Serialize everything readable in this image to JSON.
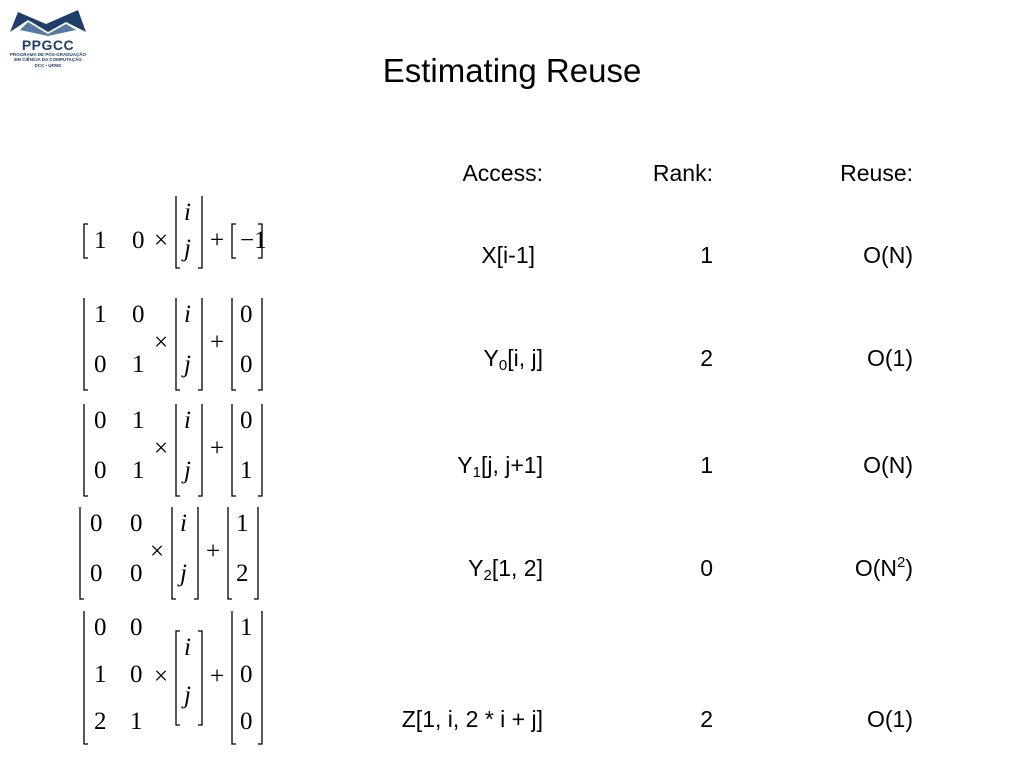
{
  "logo": {
    "acronym": "PPGCC",
    "line1": "PROGRAMA DE PÓS-GRADUAÇÃO",
    "line2": "EM CIÊNCIA DA COMPUTAÇÃO",
    "line3": "DCC • UFMG"
  },
  "title": "Estimating Reuse",
  "headers": {
    "access": "Access:",
    "rank": "Rank:",
    "reuse": "Reuse:"
  },
  "rows": [
    {
      "access": "X[i-1]",
      "access_sub": "",
      "access_rest": "",
      "rank": "1",
      "reuse": "O(N)",
      "reuse_sup": "",
      "reuse_end": ""
    },
    {
      "access": "Y",
      "access_sub": "0",
      "access_rest": "[i, j]",
      "rank": "2",
      "reuse": "O(1)",
      "reuse_sup": "",
      "reuse_end": ""
    },
    {
      "access": "Y",
      "access_sub": "1",
      "access_rest": "[j, j+1]",
      "rank": "1",
      "reuse": "O(N)",
      "reuse_sup": "",
      "reuse_end": ""
    },
    {
      "access": "Y",
      "access_sub": "2",
      "access_rest": "[1, 2]",
      "rank": "0",
      "reuse": "O(N",
      "reuse_sup": "2",
      "reuse_end": ")"
    },
    {
      "access": "Z[1, i, 2 * i + j]",
      "access_sub": "",
      "access_rest": "",
      "rank": "2",
      "reuse": "O(1)",
      "reuse_sup": "",
      "reuse_end": ""
    }
  ],
  "formulas": [
    {
      "A": [
        [
          "1",
          "0"
        ]
      ],
      "v": [
        "i",
        "j"
      ],
      "b": [
        [
          "−1"
        ]
      ],
      "times": "×",
      "plus": "+"
    },
    {
      "A": [
        [
          "1",
          "0"
        ],
        [
          "0",
          "1"
        ]
      ],
      "v": [
        "i",
        "j"
      ],
      "b": [
        [
          "0"
        ],
        [
          "0"
        ]
      ],
      "times": "×",
      "plus": "+"
    },
    {
      "A": [
        [
          "0",
          "1"
        ],
        [
          "0",
          "1"
        ]
      ],
      "v": [
        "i",
        "j"
      ],
      "b": [
        [
          "0"
        ],
        [
          "1"
        ]
      ],
      "times": "×",
      "plus": "+"
    },
    {
      "A": [
        [
          "0",
          "0"
        ],
        [
          "0",
          "0"
        ]
      ],
      "v": [
        "i",
        "j"
      ],
      "b": [
        [
          "1"
        ],
        [
          "2"
        ]
      ],
      "times": "×",
      "plus": "+"
    },
    {
      "A": [
        [
          "0",
          "0"
        ],
        [
          "1",
          "0"
        ],
        [
          "2",
          "1"
        ]
      ],
      "v": [
        "i",
        "j"
      ],
      "b": [
        [
          "1"
        ],
        [
          "0"
        ],
        [
          "0"
        ]
      ],
      "times": "×",
      "plus": "+"
    }
  ]
}
